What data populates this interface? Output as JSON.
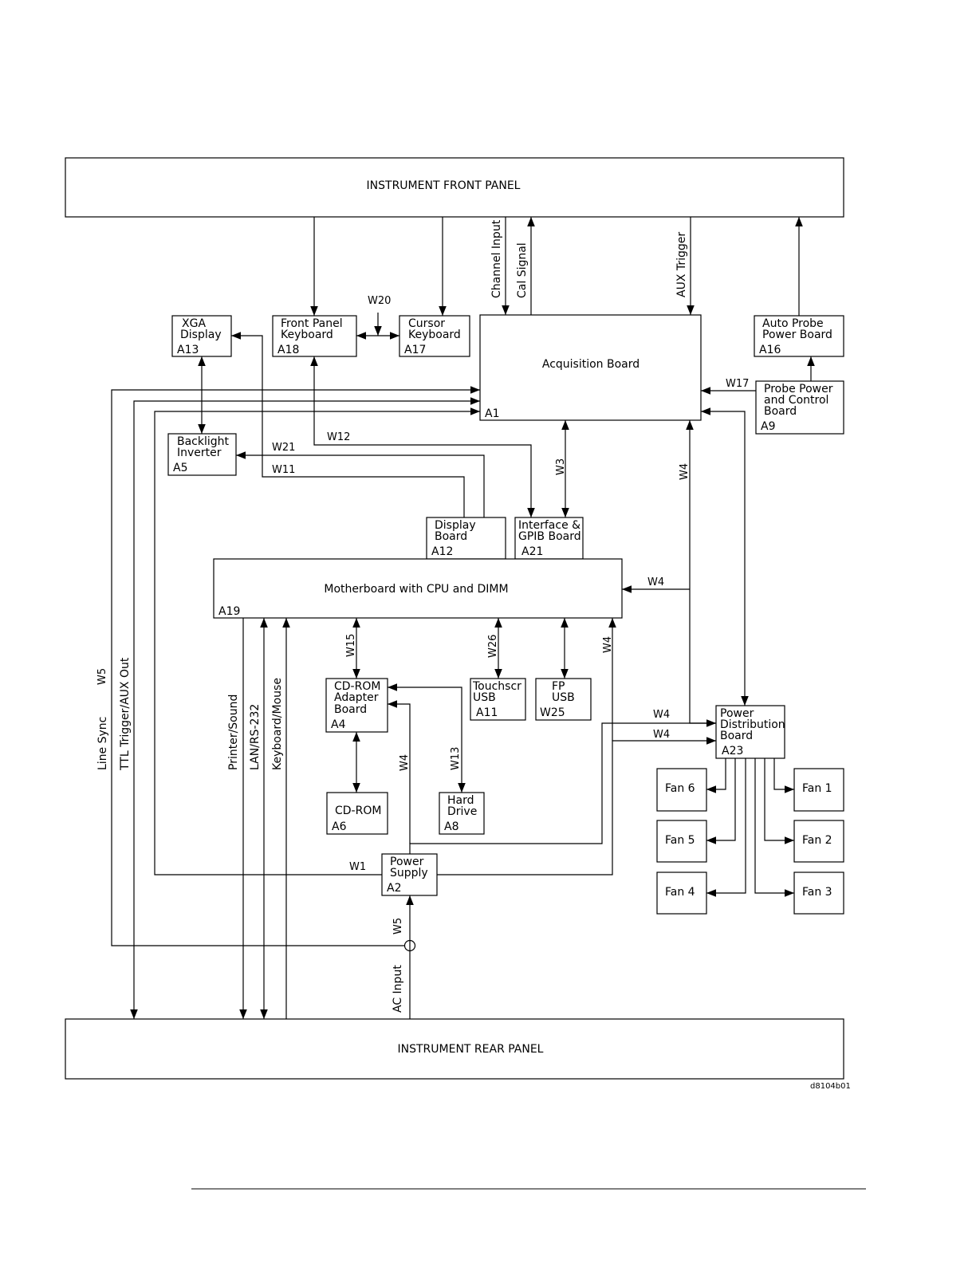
{
  "panels": {
    "front": "INSTRUMENT FRONT PANEL",
    "rear": "INSTRUMENT REAR PANEL"
  },
  "blocks": {
    "xga": {
      "lines": [
        "XGA",
        "Display"
      ],
      "ref": "A13"
    },
    "front_kb": {
      "lines": [
        "Front Panel",
        "Keyboard"
      ],
      "ref": "A18"
    },
    "cursor_kb": {
      "lines": [
        "Cursor",
        "Keyboard"
      ],
      "ref": "A17"
    },
    "acq": {
      "lines": [
        "Acquisition Board"
      ],
      "ref": "A1"
    },
    "auto_probe": {
      "lines": [
        "Auto Probe",
        "Power Board"
      ],
      "ref": "A16"
    },
    "probe_power": {
      "lines": [
        "Probe Power",
        "and Control",
        "Board"
      ],
      "ref": "A9"
    },
    "backlight": {
      "lines": [
        "Backlight",
        "Inverter"
      ],
      "ref": "A5"
    },
    "display_board": {
      "lines": [
        "Display",
        "Board"
      ],
      "ref": "A12"
    },
    "interface": {
      "lines": [
        "Interface &",
        "GPIB Board"
      ],
      "ref": "A21"
    },
    "motherboard": {
      "lines": [
        "Motherboard with CPU and DIMM"
      ],
      "ref": "A19"
    },
    "cdrom_adapter": {
      "lines": [
        "CD-ROM",
        "Adapter",
        "Board"
      ],
      "ref": "A4"
    },
    "touchscr": {
      "lines": [
        "Touchscr",
        "USB"
      ],
      "ref": "A11"
    },
    "fp_usb": {
      "lines": [
        "FP",
        "USB"
      ],
      "ref": "W25"
    },
    "power_dist": {
      "lines": [
        "Power",
        "Distribution",
        "Board"
      ],
      "ref": "A23"
    },
    "cdrom": {
      "lines": [
        "CD-ROM"
      ],
      "ref": "A6"
    },
    "hard_drive": {
      "lines": [
        "Hard",
        "Drive"
      ],
      "ref": "A8"
    },
    "power_supply": {
      "lines": [
        "Power",
        "Supply"
      ],
      "ref": "A2"
    },
    "fans": [
      "Fan 6",
      "Fan 5",
      "Fan 4",
      "Fan 1",
      "Fan 2",
      "Fan 3"
    ]
  },
  "signals": {
    "channel_input": "Channel Input",
    "cal_signal": "Cal Signal",
    "aux_trigger": "AUX Trigger",
    "line_sync": "Line Sync",
    "ttl_trigger": "TTL Trigger/AUX Out",
    "printer_sound": "Printer/Sound",
    "lan_rs232": "LAN/RS-232",
    "keyboard_mouse": "Keyboard/Mouse",
    "ac_input": "AC Input"
  },
  "wires": {
    "w20": "W20",
    "w17": "W17",
    "w21": "W21",
    "w12": "W12",
    "w11": "W11",
    "w3": "W3",
    "w4a": "W4",
    "w4b": "W4",
    "w4c": "W4",
    "w4d": "W4",
    "w4e": "W4",
    "w4f": "W4",
    "w15": "W15",
    "w26": "W26",
    "w13": "W13",
    "w5_left": "W5",
    "w5_ps": "W5",
    "w1": "W1"
  },
  "figure_id": "d8104b01"
}
